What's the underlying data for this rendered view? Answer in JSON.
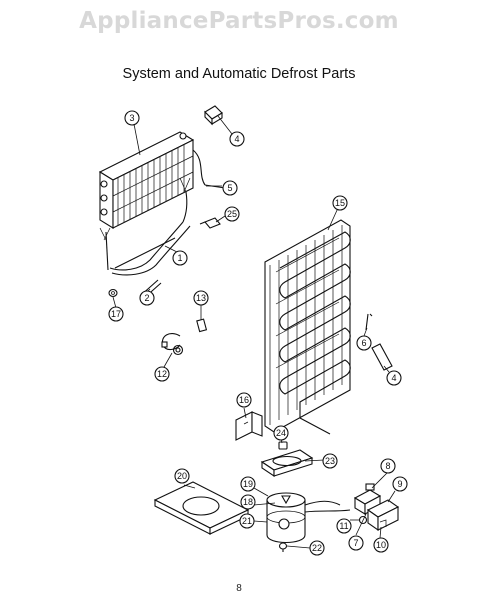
{
  "watermark": "AppliancePartsPros.com",
  "title": "System and Automatic Defrost Parts",
  "page_number": "8",
  "callouts": [
    "3",
    "4",
    "5",
    "25",
    "1",
    "2",
    "17",
    "13",
    "12",
    "15",
    "6",
    "4",
    "16",
    "24",
    "23",
    "8",
    "9",
    "20",
    "19",
    "18",
    "11",
    "21",
    "7",
    "10",
    "22"
  ]
}
